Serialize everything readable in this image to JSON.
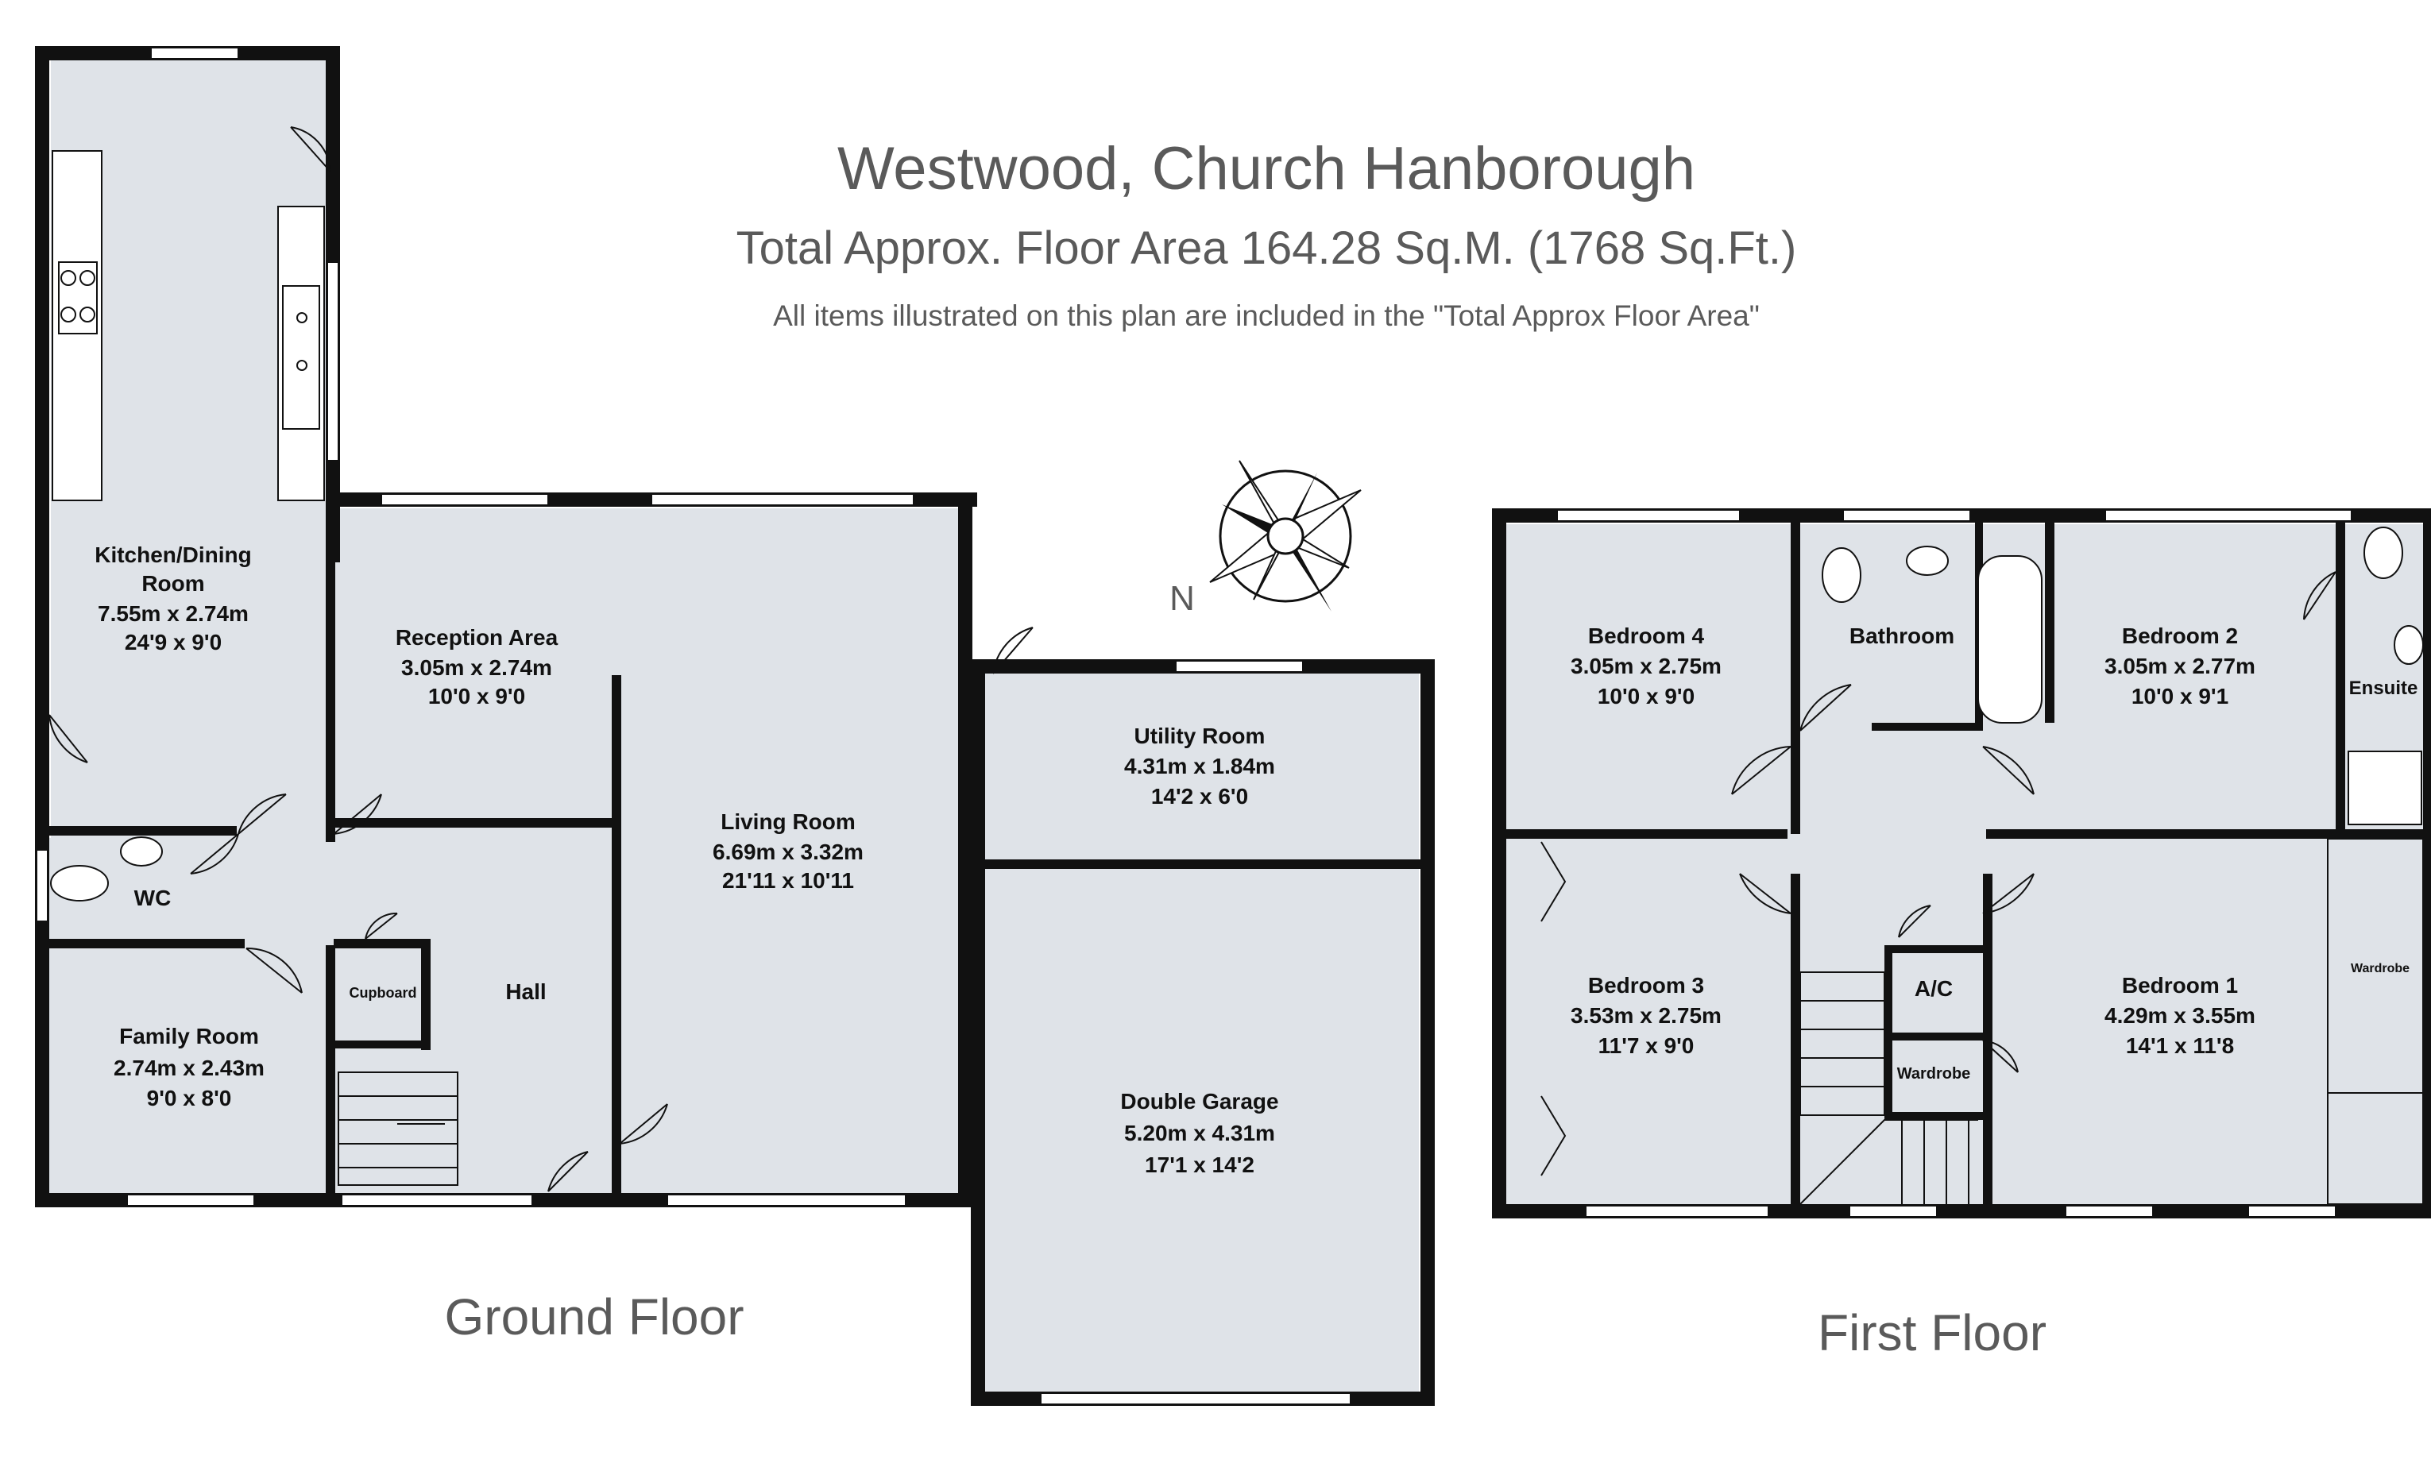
{
  "header": {
    "title": "Westwood, Church Hanborough",
    "area": "Total Approx. Floor Area 164.28 Sq.M. (1768 Sq.Ft.)",
    "note": "All items illustrated on this plan are included in the \"Total Approx Floor Area\""
  },
  "compass": {
    "north_label": "N"
  },
  "floors": {
    "ground": "Ground Floor",
    "first": "First Floor"
  },
  "rooms": {
    "kitchen": {
      "name1": "Kitchen/Dining",
      "name2": "Room",
      "metric": "7.55m x 2.74m",
      "imperial": "24'9 x 9'0"
    },
    "reception": {
      "name": "Reception Area",
      "metric": "3.05m x 2.74m",
      "imperial": "10'0 x 9'0"
    },
    "living": {
      "name": "Living Room",
      "metric": "6.69m x 3.32m",
      "imperial": "21'11 x 10'11"
    },
    "utility": {
      "name": "Utility Room",
      "metric": "4.31m x 1.84m",
      "imperial": "14'2 x 6'0"
    },
    "garage": {
      "name": "Double Garage",
      "metric": "5.20m x 4.31m",
      "imperial": "17'1 x 14'2"
    },
    "wc": {
      "name": "WC"
    },
    "family": {
      "name": "Family Room",
      "metric": "2.74m x 2.43m",
      "imperial": "9'0 x 8'0"
    },
    "cupboard": {
      "name": "Cupboard"
    },
    "hall": {
      "name": "Hall"
    },
    "bed4": {
      "name": "Bedroom 4",
      "metric": "3.05m x 2.75m",
      "imperial": "10'0 x 9'0"
    },
    "bathroom": {
      "name": "Bathroom"
    },
    "bed2": {
      "name": "Bedroom 2",
      "metric": "3.05m x 2.77m",
      "imperial": "10'0 x 9'1"
    },
    "ensuite": {
      "name": "Ensuite"
    },
    "bed3": {
      "name": "Bedroom 3",
      "metric": "3.53m x 2.75m",
      "imperial": "11'7 x 9'0"
    },
    "ac": {
      "name": "A/C"
    },
    "wardrobe_small": {
      "name": "Wardrobe"
    },
    "bed1": {
      "name": "Bedroom 1",
      "metric": "4.29m x 3.55m",
      "imperial": "14'1 x 11'8"
    },
    "wardrobe_bed1": {
      "name": "Wardrobe"
    }
  },
  "colors": {
    "room_fill": "#dfe3e8",
    "wall": "#111111",
    "header_text": "#5a5a5a"
  }
}
